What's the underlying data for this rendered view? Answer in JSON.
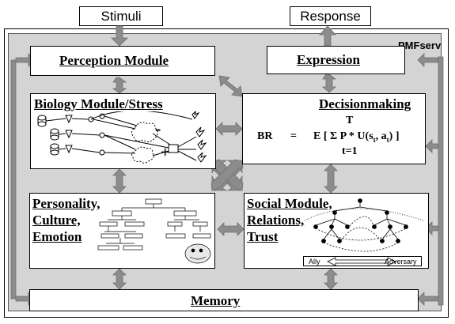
{
  "stimuli": "Stimuli",
  "response": "Response",
  "pmfserv": "PMFserv",
  "modules": {
    "perception": "Perception Module",
    "expression": "Expression",
    "biology": "Biology Module/Stress",
    "decision": "Decisionmaking",
    "personality_line1": "Personality,",
    "personality_line2": "Culture,",
    "personality_line3": "Emotion",
    "social_line1": "Social Module,",
    "social_line2": "Relations,",
    "social_line3": "Trust",
    "memory": "Memory"
  },
  "formula": {
    "upper": "T",
    "lhs": "BR",
    "eq": "=",
    "expr": "E [ Σ P * U(s",
    "sub1": "t",
    "mid": ", a",
    "sub2": "t",
    "end": ") ]",
    "lower": "t=1"
  },
  "biology_signs": {
    "minus": "-",
    "plus": "+"
  },
  "social_scale": {
    "left": "Ally",
    "right": "Adversary"
  },
  "colors": {
    "arrow": "#8c8c8c",
    "background": "#d4d4d4",
    "box": "#ffffff"
  }
}
